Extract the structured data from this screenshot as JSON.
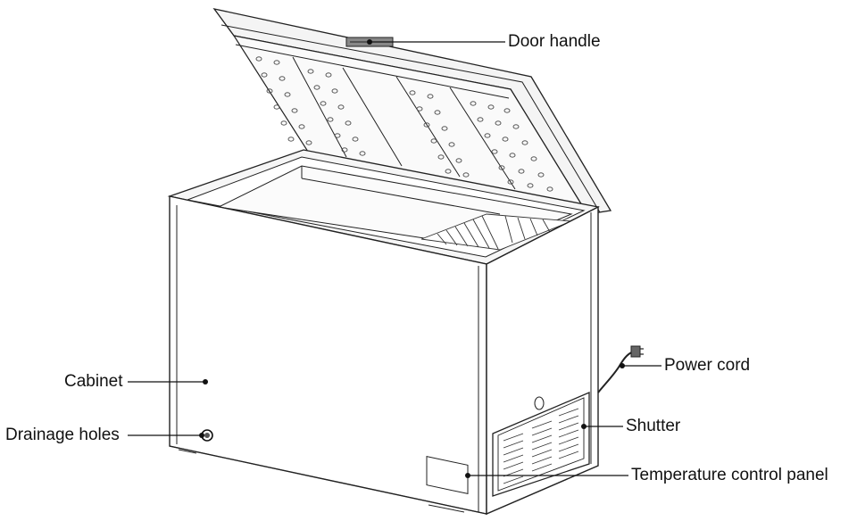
{
  "labels": {
    "door_handle": "Door handle",
    "power_cord": "Power cord",
    "shutter": "Shutter",
    "temperature_control_panel": "Temperature control panel",
    "cabinet": "Cabinet",
    "drainage_holes": "Drainage holes"
  }
}
